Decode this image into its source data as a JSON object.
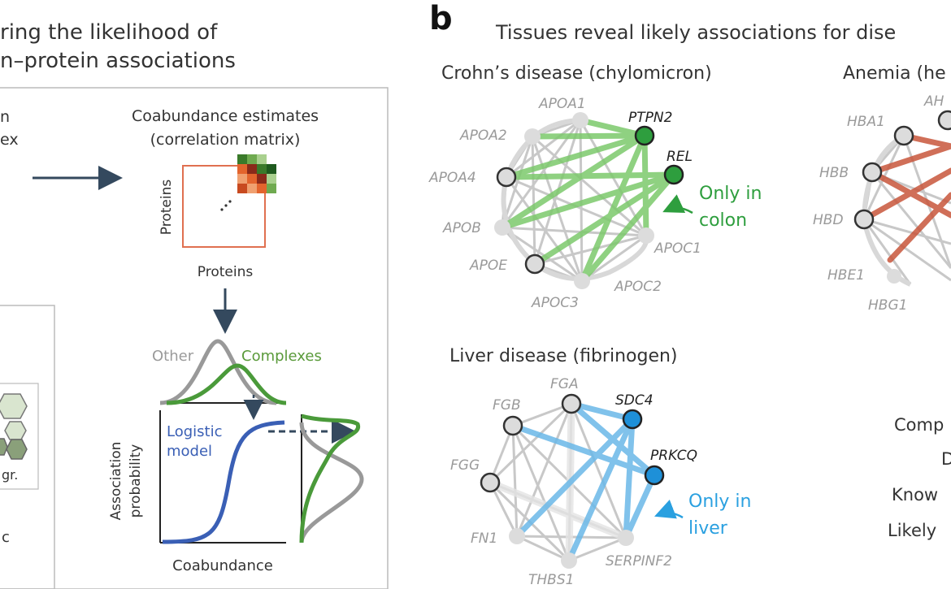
{
  "panel_a": {
    "title_line1": "ring the likelihood of",
    "title_line2": "n–protein associations",
    "left_frag1": "n",
    "left_frag2": "ex",
    "coab_title1": "Coabundance estimates",
    "coab_title2": "(correlation matrix)",
    "matrix_ylabel": "Proteins",
    "matrix_xlabel": "Proteins",
    "dist_other": "Other",
    "dist_complexes": "Complexes",
    "logistic1": "Logistic",
    "logistic2": "model",
    "ylabel1": "Association",
    "ylabel2": "probability",
    "xlabel": "Coabundance",
    "inset_frag1": "gr.",
    "inset_frag2": "c"
  },
  "panel_b": {
    "letter": "b",
    "title": "Tissues reveal likely associations for dise",
    "crohn": {
      "title": "Crohn’s disease (chylomicron)",
      "nodes": [
        "APOA1",
        "PTPN2",
        "REL",
        "APOA2",
        "APOA4",
        "APOB",
        "APOE",
        "APOC3",
        "APOC2",
        "APOC1"
      ],
      "note1": "Only in",
      "note2": "colon",
      "accent": "#2e9e3e"
    },
    "anemia": {
      "title": "Anemia (he",
      "nodes": [
        "HBA1",
        "AH",
        "HBB",
        "HBD",
        "HBE1",
        "HBG1"
      ],
      "accent": "#c8563c"
    },
    "liver": {
      "title": "Liver disease (fibrinogen)",
      "nodes": [
        "FGA",
        "FGB",
        "SDC4",
        "PRKCQ",
        "FGG",
        "FN1",
        "THBS1",
        "SERPINF2"
      ],
      "note1": "Only in",
      "note2": "liver",
      "accent": "#2aa0e0"
    },
    "legend_frags": [
      "Comp",
      "D",
      "Know",
      "Likely"
    ]
  }
}
